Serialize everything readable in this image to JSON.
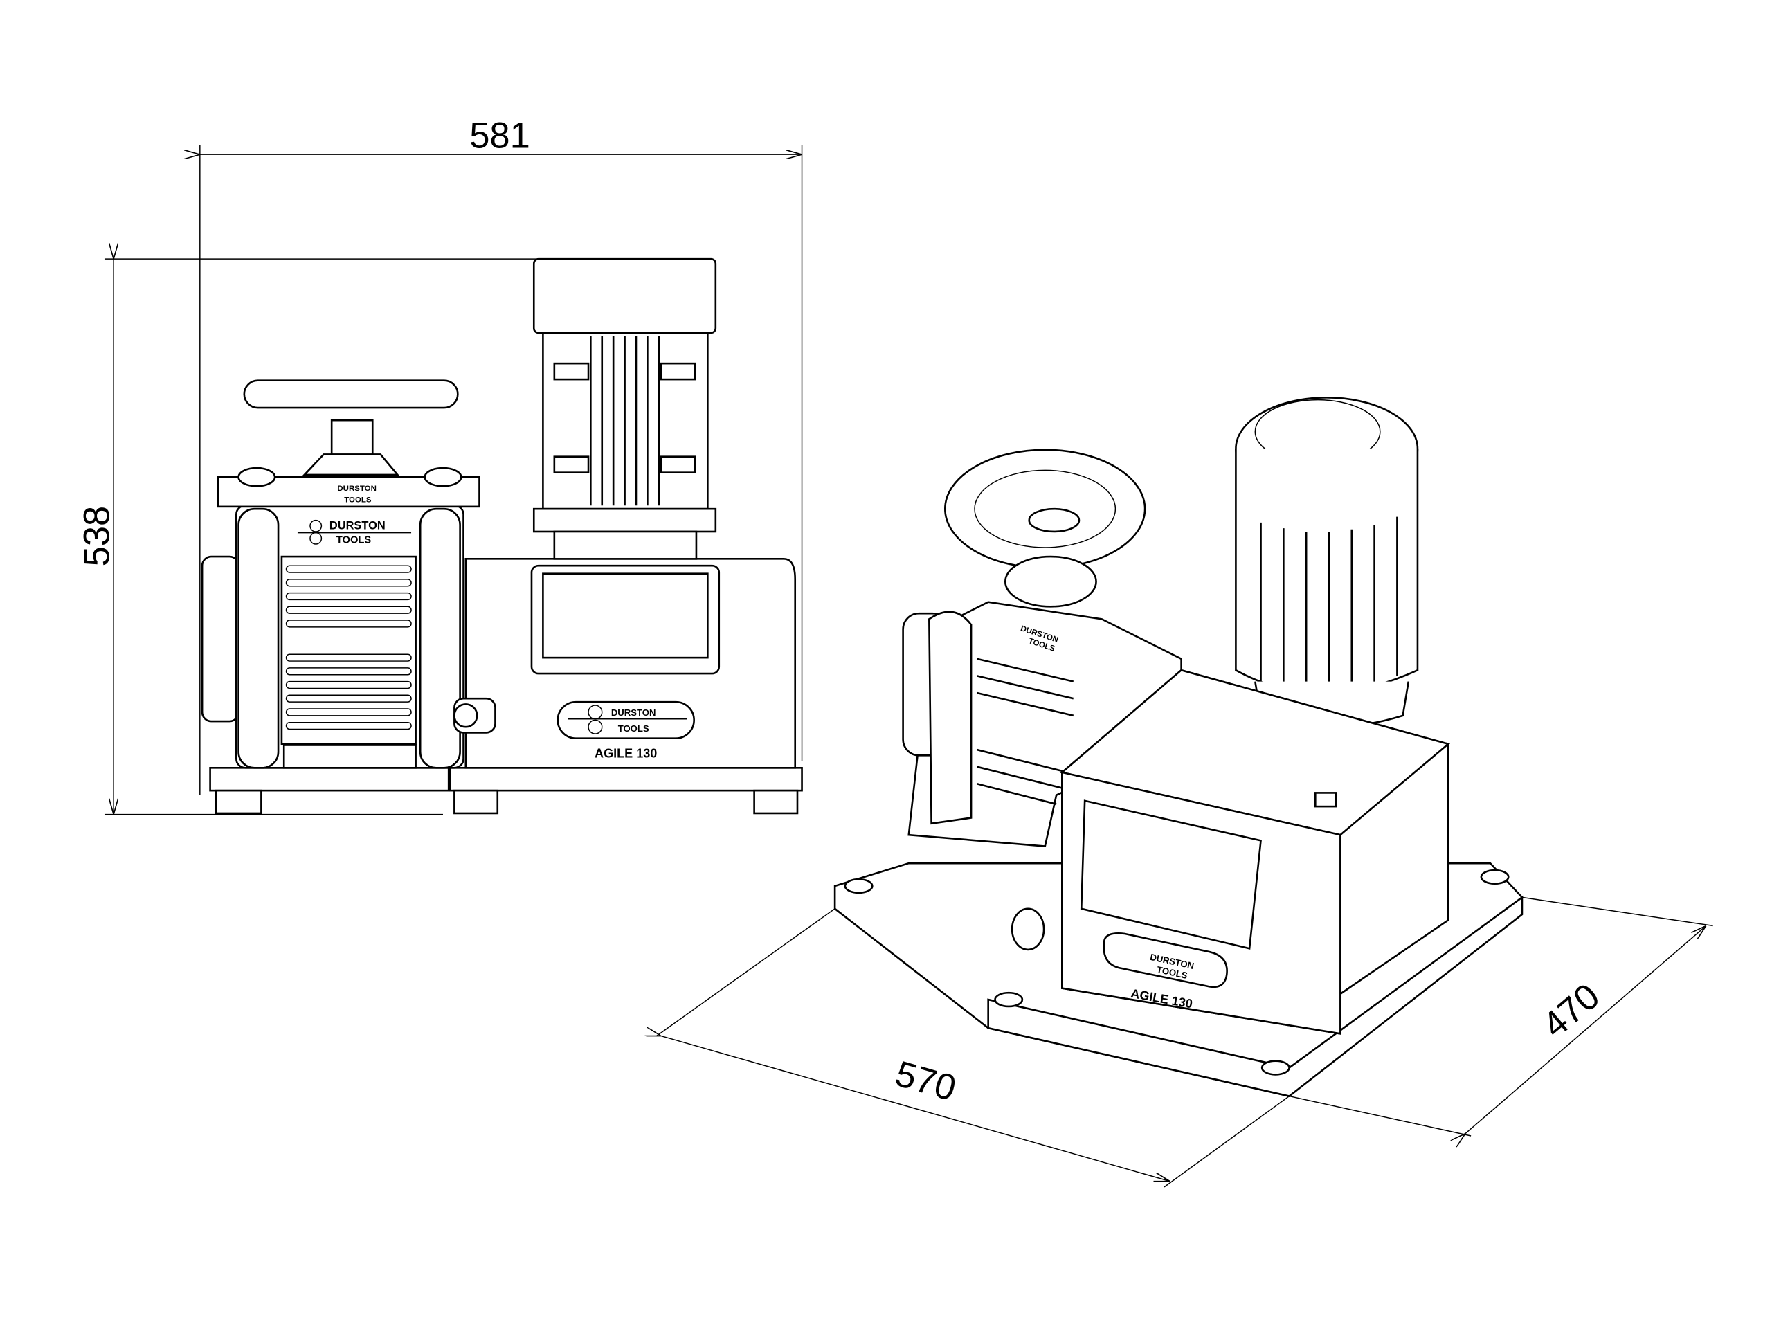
{
  "drawing": {
    "front_view": {
      "width_dimension": "581",
      "height_dimension": "538",
      "brand_top": [
        "DURSTON",
        "TOOLS"
      ],
      "brand_front": [
        "DURSTON",
        "TOOLS"
      ],
      "brand_panel": [
        "DURSTON",
        "TOOLS"
      ],
      "model": "AGILE 130"
    },
    "iso_view": {
      "length_dimension": "570",
      "depth_dimension": "470",
      "brand_panel": [
        "DURSTON",
        "TOOLS"
      ],
      "brand_front": [
        "DURSTON",
        "TOOLS"
      ],
      "model": "AGILE 130"
    }
  }
}
